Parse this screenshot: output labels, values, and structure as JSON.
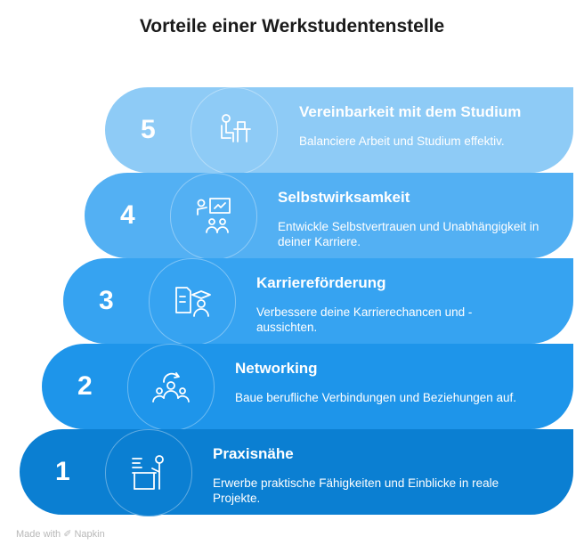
{
  "title": "Vorteile einer Werkstudentenstelle",
  "steps": [
    {
      "number": "5",
      "title": "Vereinbarkeit mit dem Studium",
      "description": "Balanciere Arbeit und Studium effektiv.",
      "icon": "student-desk-icon",
      "color": "#8ecbf6"
    },
    {
      "number": "4",
      "title": "Selbstwirksamkeit",
      "description": "Entwickle Selbstvertrauen und Unabhängigkeit in deiner Karriere.",
      "icon": "presentation-group-icon",
      "color": "#53b0f3"
    },
    {
      "number": "3",
      "title": "Karriereförderung",
      "description": "Verbessere deine Karrierechancen und -aussichten.",
      "icon": "graduate-document-icon",
      "color": "#36a3f1"
    },
    {
      "number": "2",
      "title": "Networking",
      "description": "Baue berufliche Verbindungen und Beziehungen auf.",
      "icon": "network-people-icon",
      "color": "#1e95ea"
    },
    {
      "number": "1",
      "title": "Praxisnähe",
      "description": "Erwerbe praktische Fähigkeiten und Einblicke in reale Projekte.",
      "icon": "person-at-desk-icon",
      "color": "#0b7fd2"
    }
  ],
  "footer": {
    "label": "Made with",
    "brand": "Napkin"
  }
}
